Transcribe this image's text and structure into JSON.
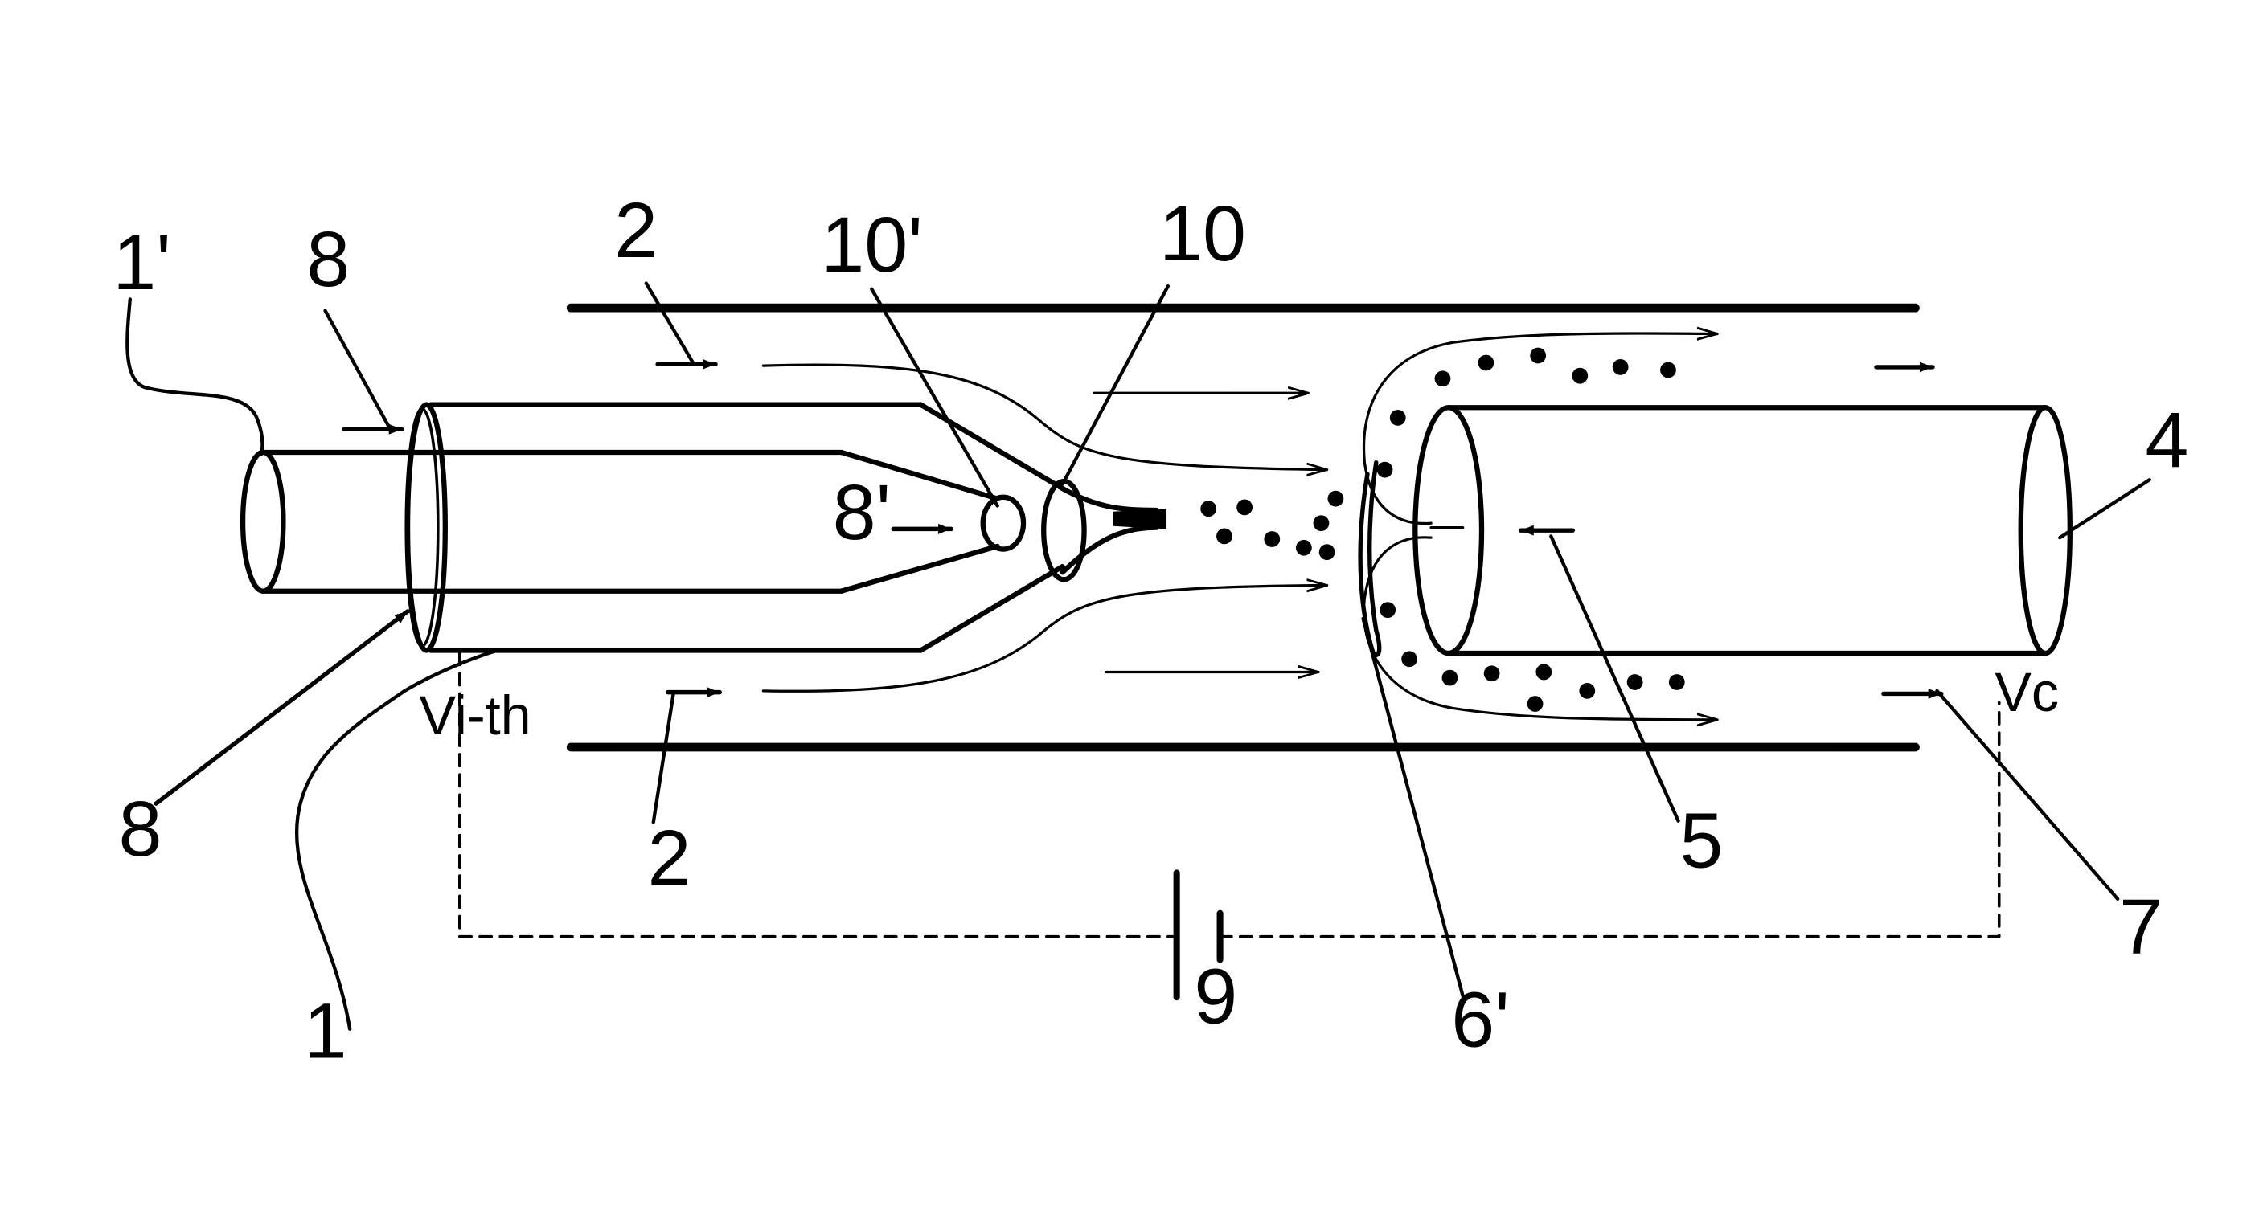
{
  "labels": {
    "l1p": "1'",
    "l8_top": "8",
    "l2_top": "2",
    "l10p": "10'",
    "l10": "10",
    "l4": "4",
    "l8p": "8'",
    "l8_bottom": "8",
    "l2_bottom": "2",
    "l1": "1",
    "l9": "9",
    "l6p": "6'",
    "l5": "5",
    "l7": "7",
    "vith": "Vi-th",
    "vc": "Vc"
  },
  "colors": {
    "ink": "#000000",
    "paper": "#ffffff"
  }
}
